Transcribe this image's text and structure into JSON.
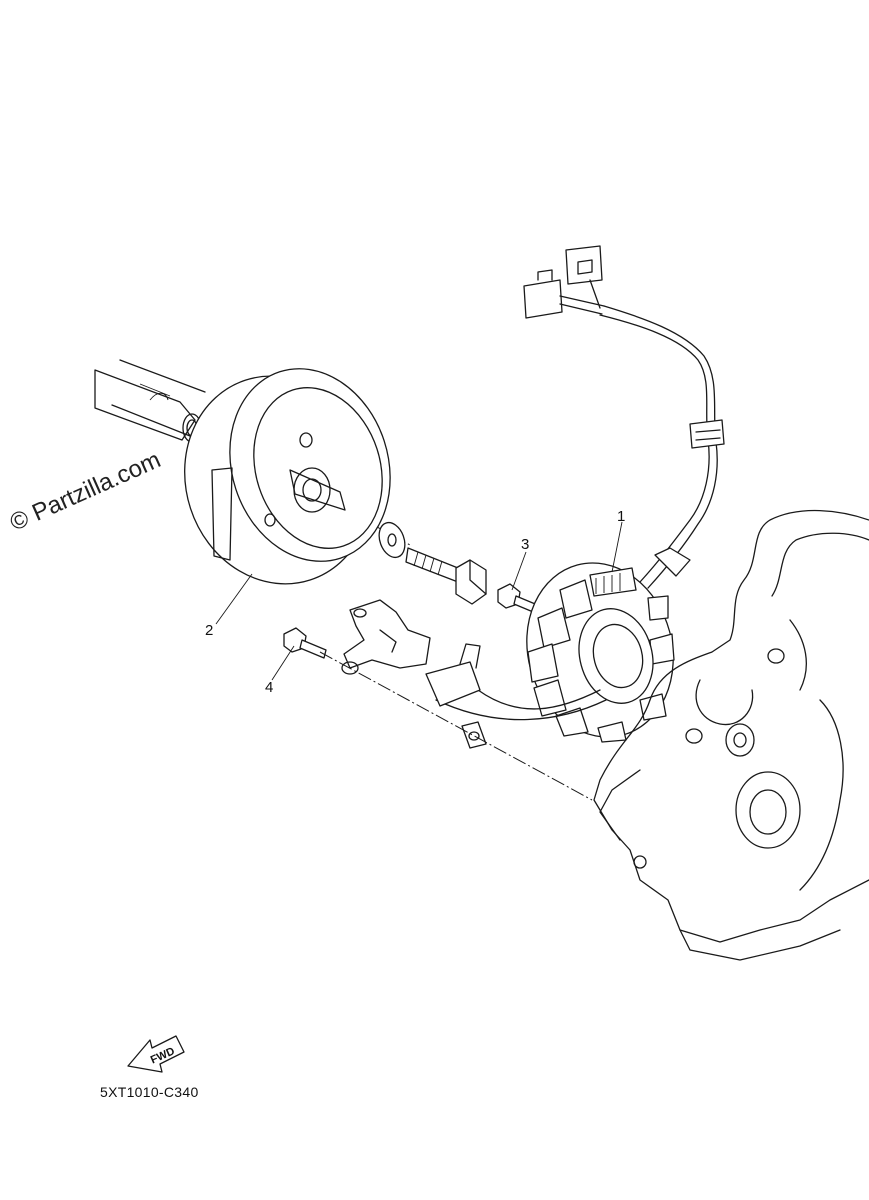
{
  "watermark": "© Partzilla.com",
  "diagram_code": "5XT1010-C340",
  "fwd_label": "FWD",
  "callouts": [
    {
      "id": "1",
      "label": "1"
    },
    {
      "id": "2",
      "label": "2"
    },
    {
      "id": "3",
      "label": "3"
    },
    {
      "id": "4",
      "label": "4"
    }
  ]
}
